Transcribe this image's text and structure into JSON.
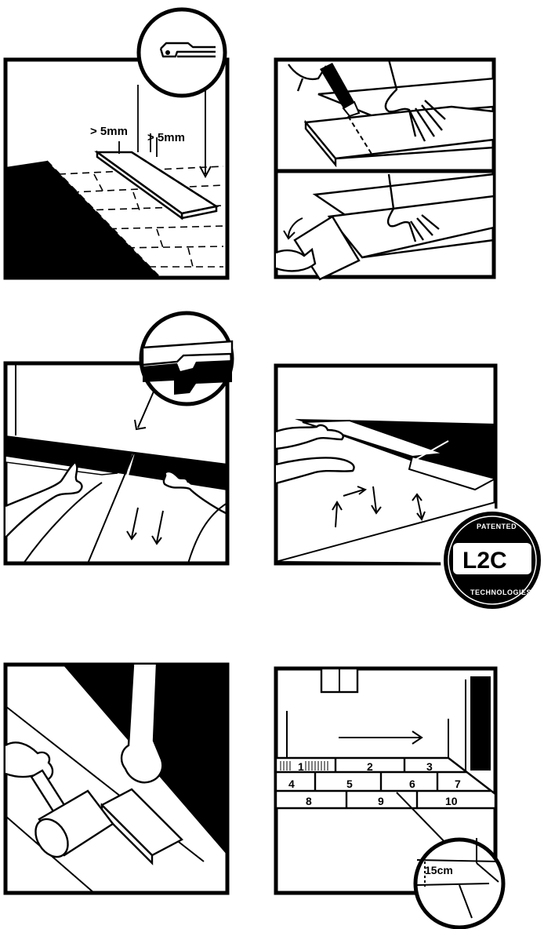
{
  "step1": {
    "gap_label_left": "> 5mm",
    "gap_label_right": "> 5mm"
  },
  "step4": {
    "badge": {
      "top_text": "PATENTED",
      "logo_text": "L2C",
      "bottom_text": "TECHNOLOGIES"
    }
  },
  "step6": {
    "plank_numbers": [
      "1",
      "2",
      "3",
      "4",
      "5",
      "6",
      "7",
      "8",
      "9",
      "10"
    ],
    "offset_label": "15cm"
  },
  "colors": {
    "ink": "#000000",
    "paper": "#ffffff"
  }
}
